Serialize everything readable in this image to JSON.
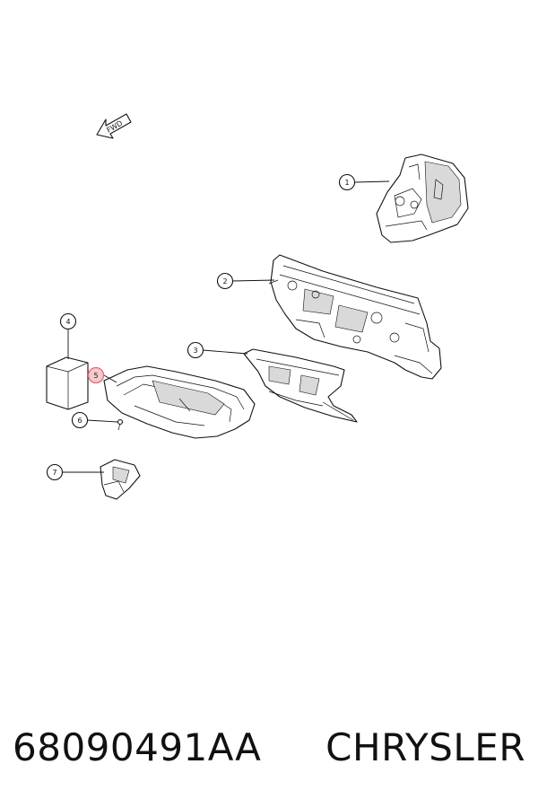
{
  "footer": {
    "part_number": "68090491AA",
    "brand": "CHRYSLER"
  },
  "diagram": {
    "direction_label": "FWD",
    "callouts": [
      {
        "id": 1,
        "label": "1",
        "highlighted": false
      },
      {
        "id": 2,
        "label": "2",
        "highlighted": false
      },
      {
        "id": 3,
        "label": "3",
        "highlighted": false
      },
      {
        "id": 4,
        "label": "4",
        "highlighted": false
      },
      {
        "id": 5,
        "label": "5",
        "highlighted": true
      },
      {
        "id": 6,
        "label": "6",
        "highlighted": false
      },
      {
        "id": 7,
        "label": "7",
        "highlighted": false
      }
    ],
    "colors": {
      "line": "#111111",
      "highlight_fill": "#f6c9cf",
      "highlight_stroke": "#e26b7b"
    }
  }
}
